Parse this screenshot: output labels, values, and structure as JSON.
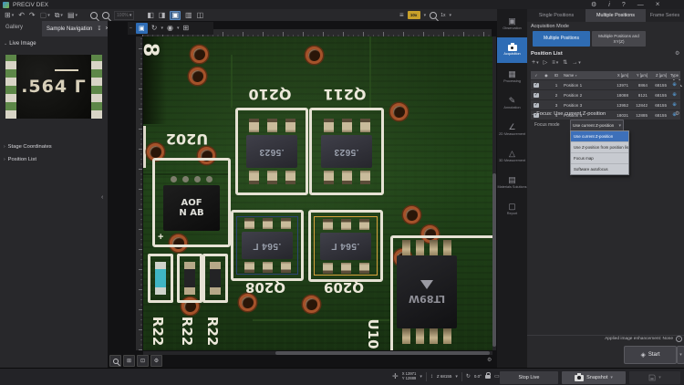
{
  "window": {
    "title": "PRECiV DEX"
  },
  "toolbar": {
    "zoom_percent": "100%",
    "objective": "10x",
    "zoom_factor": "1x"
  },
  "left_panel": {
    "gallery_tab": "Gallery",
    "sample_navigation_tab": "Sample Navigation",
    "live_image_header": "Live Image",
    "live_marking": ".564 Γ",
    "stage_coordinates_header": "Stage Coordinates",
    "position_list_header": "Position List"
  },
  "pcb": {
    "board_number": "8",
    "q210": "Q210",
    "q211": "Q211",
    "u202": "U202",
    "q208": "Q208",
    "q209": "Q209",
    "r22_1": "R22",
    "r22_2": "R22",
    "r22_3": "R22",
    "u10": "U10",
    "chip_line1": "AOF",
    "chip_line2": "N AB",
    "chip_plus": "+",
    "sot_marking_a": ".5623",
    "sot_marking_b": ".564 Γ",
    "ic_marking": "LT89W"
  },
  "side_tabs": [
    {
      "label": "Observation"
    },
    {
      "label": "Acquisition"
    },
    {
      "label": "Processing"
    },
    {
      "label": "Annotation"
    },
    {
      "label": "2D Measurement"
    },
    {
      "label": "3D Measurement"
    },
    {
      "label": "Materials Solutions"
    },
    {
      "label": "Report"
    }
  ],
  "right_panel": {
    "tabs": {
      "single": "Single Positions",
      "multiple": "Multiple Positions",
      "frame": "Frame Series"
    },
    "acquisition_mode_label": "Acquisition Mode",
    "mode_buttons": {
      "multiple": "Multiple Positions",
      "multiple_xyz": "Multiple Positions and XY(Z)"
    },
    "position_list_label": "Position List",
    "table": {
      "columns": {
        "id": "ID",
        "name": "Name",
        "x": "X [µm]",
        "y": "Y [µm]",
        "z": "Z [µm]",
        "type": "Type"
      },
      "rows": [
        {
          "id": "1",
          "name": "Position 1",
          "x": "13971",
          "y": "8864",
          "z": "68155"
        },
        {
          "id": "2",
          "name": "Position 2",
          "x": "18088",
          "y": "8121",
          "z": "68155"
        },
        {
          "id": "3",
          "name": "Position 3",
          "x": "13952",
          "y": "12842",
          "z": "68155"
        },
        {
          "id": "4",
          "name": "Position 4",
          "x": "18031",
          "y": "12885",
          "z": "68155"
        }
      ]
    },
    "focus": {
      "header": "Focus: Use current Z-position",
      "mode_label": "Focus mode",
      "selected": "Use current Z-position",
      "options": [
        "Use current Z-position",
        "Use Z-position from position list",
        "Focus map",
        "Software autofocus"
      ]
    },
    "enhancement_note": "Applied image enhancement: None",
    "start_button": "Start"
  },
  "status_bar": {
    "x": "X 13971",
    "y": "Y 12889",
    "z": "Z 68155",
    "rotation": "0.0°"
  },
  "bottom_bar": {
    "stop_live": "Stop Live",
    "snapshot": "Snapshot"
  },
  "accent_colors": {
    "blue": "#2e6cb5",
    "selection_orange": "#d9a33c",
    "objective_yellow": "#c8a02a",
    "pcb_green": "#1e3a16"
  }
}
